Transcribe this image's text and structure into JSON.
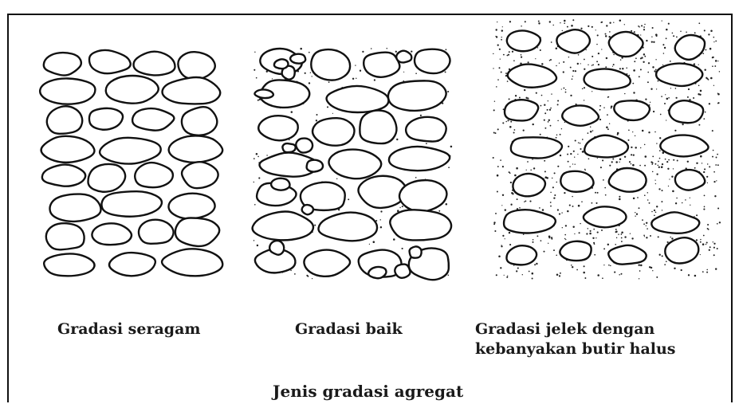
{
  "panels": [
    {
      "id": "uniform",
      "caption": "Gradasi seragam",
      "fines": "none"
    },
    {
      "id": "good",
      "caption": "Gradasi baik",
      "fines": "some"
    },
    {
      "id": "poor",
      "caption_line1": "Gradasi jelek dengan",
      "caption_line2": "kebanyakan butir halus",
      "fines": "many"
    }
  ],
  "title": "Jenis gradasi agregat",
  "colors": {
    "ink": "#111111",
    "background": "#ffffff"
  }
}
